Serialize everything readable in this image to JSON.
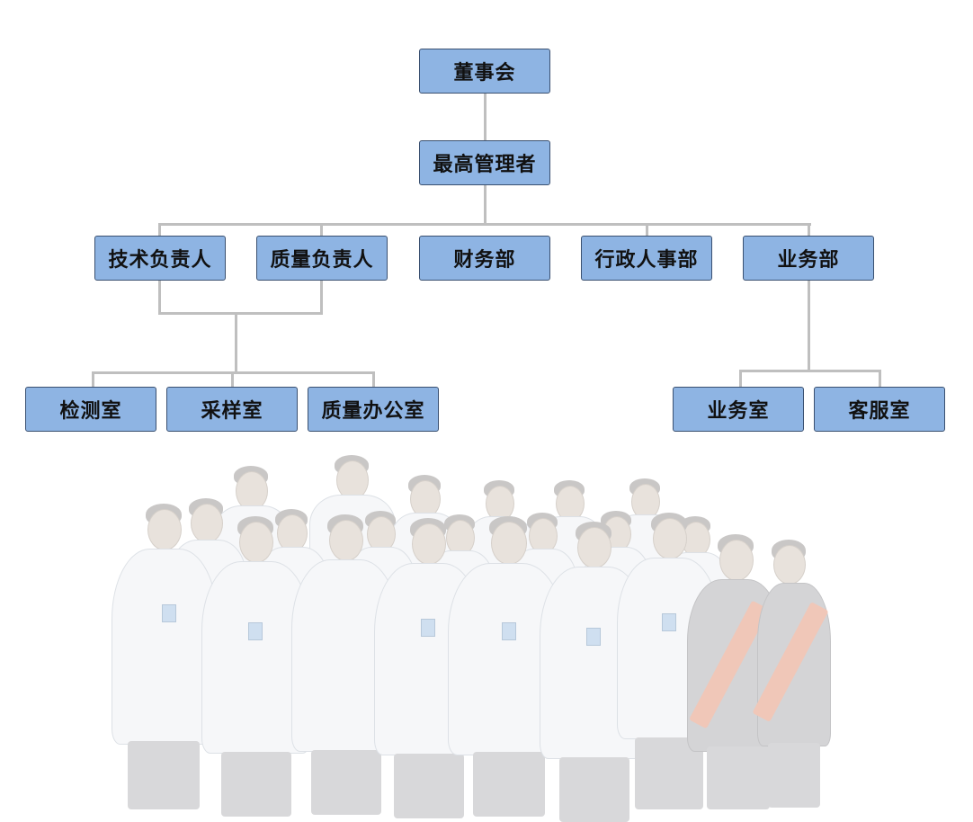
{
  "org": {
    "board": "董事会",
    "top_manager": "最高管理者",
    "tech_lead": "技术负责人",
    "quality_lead": "质量负责人",
    "finance": "财务部",
    "admin_hr": "行政人事部",
    "business": "业务部",
    "testing_room": "检测室",
    "sampling_room": "采样室",
    "quality_office": "质量办公室",
    "business_room": "业务室",
    "customer_service": "客服室"
  },
  "colors": {
    "node_fill": "#8eb4e3",
    "node_border": "#3a5070",
    "connector": "#bfbfbf"
  }
}
